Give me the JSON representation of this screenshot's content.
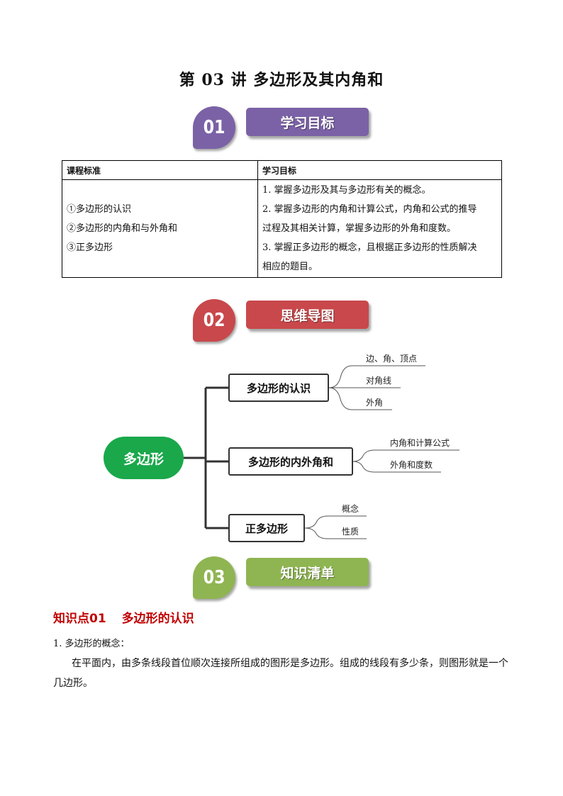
{
  "title": "第 03 讲  多边形及其内角和",
  "sections": [
    {
      "num": "01",
      "label": "学习目标",
      "color": "#7b62a6"
    },
    {
      "num": "02",
      "label": "思维导图",
      "color": "#c9484b"
    },
    {
      "num": "03",
      "label": "知识清单",
      "color": "#8fb552"
    }
  ],
  "table": {
    "headers": [
      "课程标准",
      "学习目标"
    ],
    "standards": [
      "①多边形的认识",
      "②多边形的内角和与外角和",
      "③正多边形"
    ],
    "goals": [
      "1. 掌握多边形及其与多边形有关的概念。",
      "2. 掌握多边形的内角和计算公式，内角和公式的推导",
      "过程及其相关计算，掌握多边形的外角和度数。",
      "3. 掌握正多边形的概念，且根据正多边形的性质解决",
      "相应的题目。"
    ]
  },
  "mindmap": {
    "root": "多边形",
    "branches": [
      {
        "label": "多边形的认识",
        "leaves": [
          "边、角、顶点",
          "对角线",
          "外角"
        ]
      },
      {
        "label": "多边形的内外角和",
        "leaves": [
          "内角和计算公式",
          "外角和度数"
        ]
      },
      {
        "label": "正多边形",
        "leaves": [
          "概念",
          "性质"
        ]
      }
    ]
  },
  "knowledge": {
    "heading_num": "知识点01",
    "heading_text": "多边形的认识",
    "item1": "1. 多边形的概念：",
    "paragraph": "在平面内，由多条线段首位顺次连接所组成的图形是多边形。组成的线段有多少条，则图形就是一个几边形。"
  }
}
